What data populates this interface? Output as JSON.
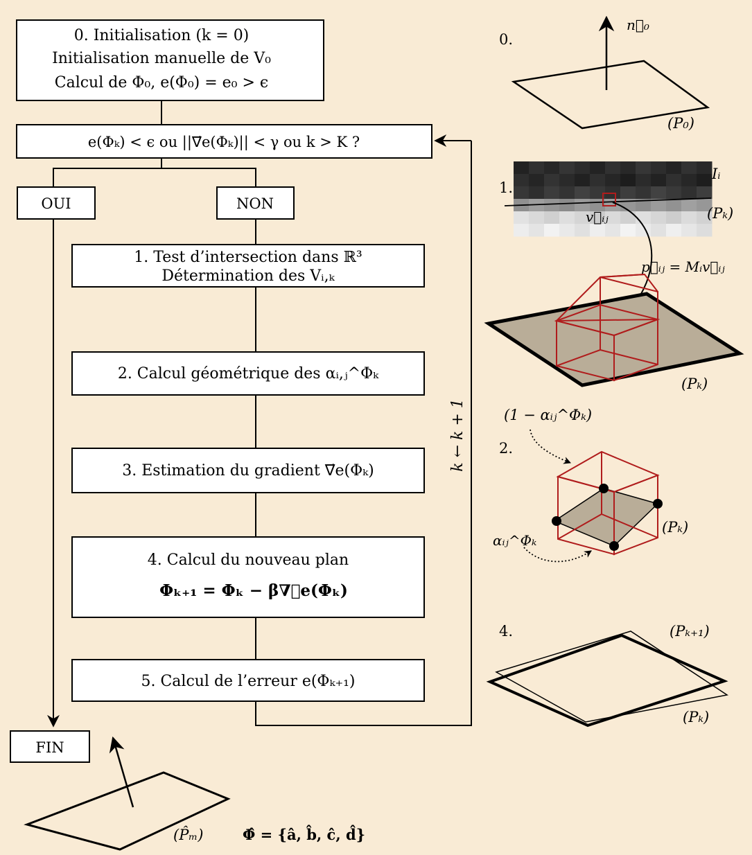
{
  "flowchart": {
    "init": {
      "line1": "0. Initialisation (k = 0)",
      "line2": "Initialisation manuelle de V₀",
      "line3": "Calcul de Φ₀, e(Φ₀) = e₀ > ϵ"
    },
    "test": "e(Φₖ) < ϵ ou ||∇⃗e(Φₖ)|| < γ ou k > K ?",
    "yes": "OUI",
    "no": "NON",
    "step1": {
      "line1": "1. Test d’intersection dans ℝ³",
      "line2": "Détermination des Vᵢ,ₖ"
    },
    "step2": "2. Calcul géométrique des αᵢ,ⱼ^Φₖ",
    "step3": "3. Estimation du gradient ∇⃗e(Φₖ)",
    "step4": {
      "line1": "4. Calcul du nouveau plan",
      "line2": "Φₖ₊₁ = Φₖ − β∇⃗e(Φₖ)"
    },
    "step5": "5. Calcul de l’erreur e(Φₖ₊₁)",
    "loop": "k ← k + 1",
    "end": "FIN",
    "result_plane": "(P̂ₘ)",
    "result_params": "Φ̂ = {â, b̂, ĉ, d̂}"
  },
  "illustrations": {
    "panel0": {
      "number": "0.",
      "normal": "n⃗₀",
      "plane": "(P₀)"
    },
    "panel1": {
      "number": "1.",
      "image": "Iᵢ",
      "plane": "(Pₖ)",
      "voxel": "v⃗ᵢⱼ",
      "mapping": "p⃗ᵢⱼ = Mᵢv⃗ᵢⱼ",
      "plane_bottom": "(Pₖ)"
    },
    "panel2": {
      "number": "2.",
      "complement": "(1 − αᵢⱼ^Φₖ)",
      "alpha": "αᵢⱼ^Φₖ",
      "plane": "(Pₖ)"
    },
    "panel4": {
      "number": "4.",
      "next_plane": "(Pₖ₊₁)",
      "plane": "(Pₖ)"
    }
  },
  "colors": {
    "background": "#f9ebd5",
    "cube": "#b01c1c",
    "plane_fill": "#b9ad98",
    "box": "#ffffff",
    "line": "#000000"
  }
}
